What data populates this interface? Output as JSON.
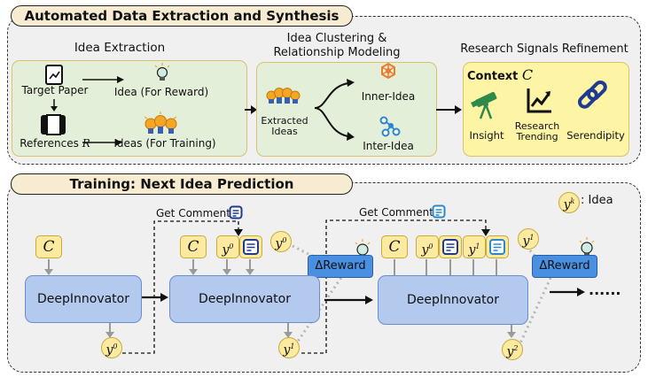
{
  "top": {
    "tab_title": "Automated Data Extraction and Synthesis",
    "extraction": {
      "title": "Idea Extraction",
      "target_paper": "Target Paper",
      "references": "References",
      "references_symbol": "R",
      "idea_reward": "Idea (For Reward)",
      "ideas_training": "Ideas (For Training)"
    },
    "clustering": {
      "title_line1": "Idea Clustering &",
      "title_line2": "Relationship Modeling",
      "extracted_line1": "Extracted",
      "extracted_line2": "Ideas",
      "inner": "Inner-Idea",
      "inter": "Inter-Idea"
    },
    "refinement": {
      "title": "Research Signals Refinement",
      "context_label": "Context",
      "context_symbol": "C",
      "insight": "Insight",
      "trending_line1": "Research",
      "trending_line2": "Trending",
      "serendipity": "Serendipity"
    }
  },
  "bottom": {
    "tab_title": "Training: Next Idea Prediction",
    "legend_symbol": "y",
    "legend_sup": "k",
    "legend_text": ": Idea",
    "c_symbol": "C",
    "model_label": "DeepInnovator",
    "get_comment": "Get Comment",
    "reward_label": "ΔReward",
    "y_symbol": "y",
    "sup0": "0",
    "sup1": "1",
    "sup2": "2",
    "ellipsis": "......"
  },
  "colors": {
    "panel_green": "#e4efd9",
    "panel_yellow": "#fdf4a6",
    "tab_bg": "#f7ecd2",
    "model_blue": "#b4c9ee",
    "reward_blue": "#4a90e2",
    "icon_green": "#2f8a4a",
    "icon_blue": "#1f3a93",
    "bulb_orange": "#f5a623",
    "cluster_orange": "#f07a2a",
    "cluster_blue": "#2a87d0"
  }
}
